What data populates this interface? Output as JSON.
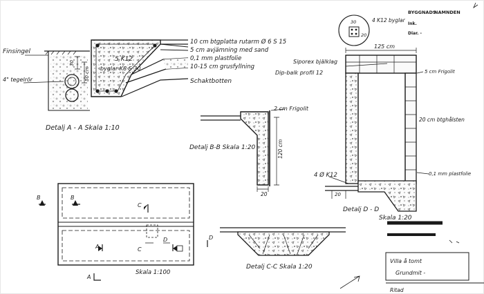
{
  "title_block": {
    "office": "BYGGNADS",
    "office_rest": "NAMNDEN",
    "ink_label": "Ink.",
    "diar_label": "Diar. -",
    "project": "Villa å tomt",
    "subject": "Grundmit -",
    "drawn_label": "Ritad"
  },
  "stamp": {
    "top": "30",
    "side": "20"
  },
  "stamp_note": "4 K12  byglar",
  "detail_a": {
    "caption": "Detalj A - A   Skala 1:10",
    "finsingel": "Finsingel",
    "tegelror": "4\" tegelrör",
    "bar_top": "5 K12",
    "stirrups": "byglar K8 S 30",
    "dim_30": "30",
    "dim_50": "50 cm",
    "layer_1": "10 cm btgplatta  rutarm Ø 6  S 15",
    "layer_2": "5 cm avjämning med sand",
    "layer_3": "0,1 mm plastfolie",
    "layer_4": "10-15 cm grusfyllning",
    "layer_5": "Schaktbotten"
  },
  "detail_b": {
    "caption": "Detalj B-B  Skala 1:20",
    "frigolit": "2 cm Frigolit",
    "dim_height": "120 cm",
    "dim_width": "20"
  },
  "detail_c": {
    "caption": "Detalj C-C  Skala 1:20"
  },
  "detail_d": {
    "caption": "Detalj D - D",
    "scale": "Skala 1:20",
    "width": "125 cm",
    "siporex": "Siporex bjälklag",
    "balk": "Dip-balk profil 12",
    "frigolit_top": "5 cm Frigolit",
    "blocks": "20 cm btghålsten",
    "folie": "0,1 mm plastfolie",
    "rebar": "4 Ø K12",
    "dim_20": "20"
  },
  "plan": {
    "caption": "Skala 1:100",
    "marker_a": "A",
    "marker_b": "B",
    "marker_c": "C",
    "marker_d": "D"
  }
}
